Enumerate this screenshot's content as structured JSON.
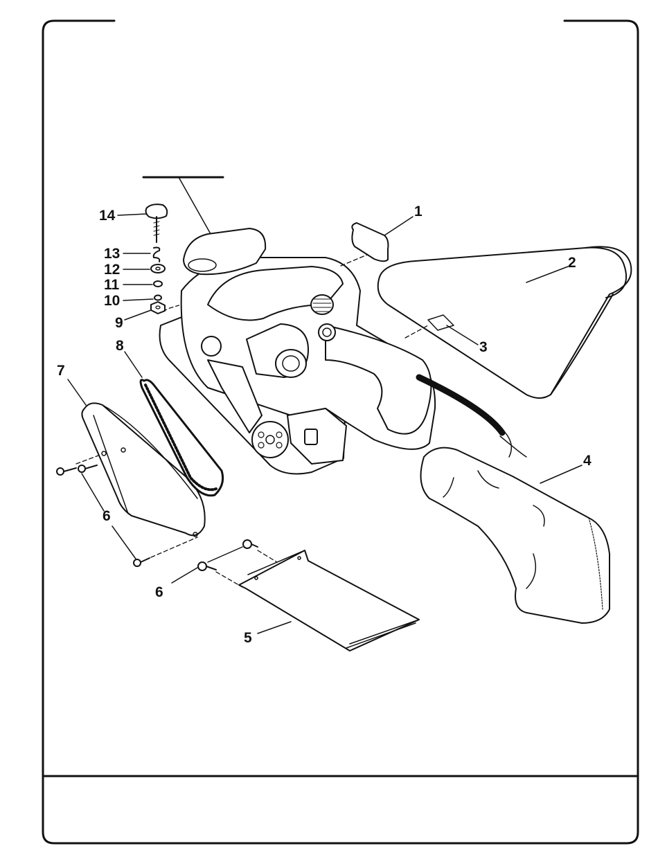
{
  "colors": {
    "ink": "#111111",
    "paper": "#ffffff",
    "shade": "#c8c8c8"
  },
  "callouts": {
    "c1": "1",
    "c2": "2",
    "c3": "3",
    "c4": "4",
    "c5": "5",
    "c6a": "6",
    "c6b": "6",
    "c7": "7",
    "c8": "8",
    "c9": "9",
    "c10": "10",
    "c11": "11",
    "c12": "12",
    "c13": "13",
    "c14": "14"
  }
}
